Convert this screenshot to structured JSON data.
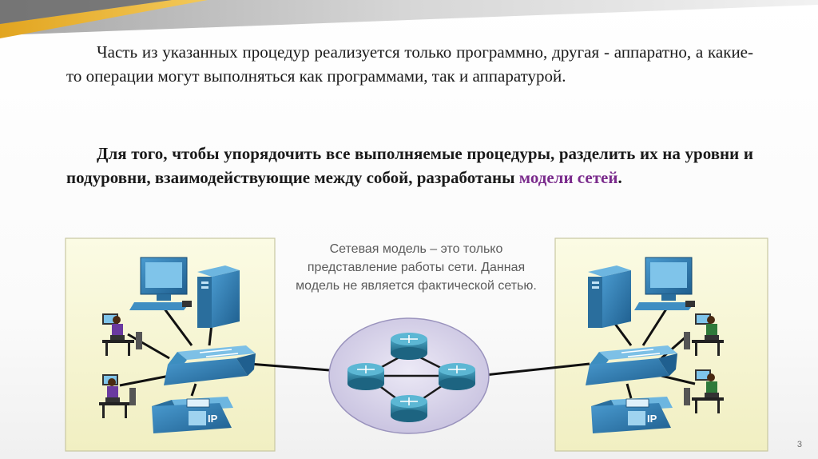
{
  "paragraph_1": "Часть из указанных процедур реализуется только программно, другая - аппаратно, а какие-то операции могут выполняться как программами, так и аппаратурой.",
  "paragraph_2_start": "Для того, чтобы упорядочить все выполняемые процедуры, разделить их на уровни и подуровни, взаимодействующие между собой, разработаны ",
  "paragraph_2_highlight": "модели сетей",
  "paragraph_2_end": ".",
  "diagram": {
    "caption": "Сетевая модель – это только представление работы сети. Данная модель не является фактической сетью.",
    "phone_label_left": "IP",
    "phone_label_right": "IP"
  },
  "colors": {
    "accent_text": "#7a2b8c",
    "panel_fill": "#f7f6d0",
    "device_blue": "#2f7fb1",
    "router_teal": "#2b7f9e",
    "cloud_fill": "#d9d5ea"
  },
  "page_number": "3"
}
